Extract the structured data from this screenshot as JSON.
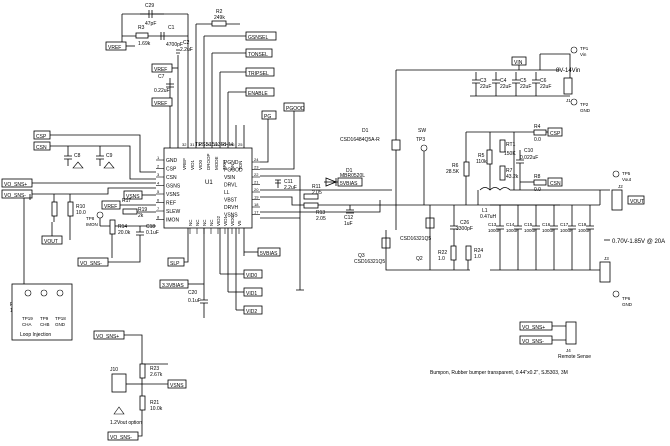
{
  "ic": {
    "refdes": "U1",
    "part": "TPS51513RHH",
    "left_pins": [
      {
        "num": "1",
        "name": "GND"
      },
      {
        "num": "2",
        "name": "CSP"
      },
      {
        "num": "3",
        "name": "CSN"
      },
      {
        "num": "4",
        "name": "GSNS"
      },
      {
        "num": "5",
        "name": "VSNS"
      },
      {
        "num": "6",
        "name": "REF"
      },
      {
        "num": "7",
        "name": "SLEW"
      },
      {
        "num": "8",
        "name": "IMON"
      }
    ],
    "top_pins": [
      {
        "num": "32",
        "name": "VREF"
      },
      {
        "num": "31",
        "name": "VID1"
      },
      {
        "num": "30",
        "name": "VID0"
      },
      {
        "num": "29",
        "name": "DROOP"
      },
      {
        "num": "28",
        "name": "MODE"
      },
      {
        "num": "27",
        "name": "TRIP"
      },
      {
        "num": "26",
        "name": "EN"
      },
      {
        "num": "25",
        "name": "TON"
      }
    ],
    "right_pins": [
      {
        "num": "24",
        "name": "PGND"
      },
      {
        "num": "23",
        "name": "PGOOD"
      },
      {
        "num": "22",
        "name": "V5IN"
      },
      {
        "num": "21",
        "name": "DRVL"
      },
      {
        "num": "20",
        "name": "LL"
      },
      {
        "num": "19",
        "name": "VBST"
      },
      {
        "num": "18",
        "name": "DRVH"
      },
      {
        "num": "17",
        "name": "VSNS"
      }
    ],
    "bottom_pins": [
      {
        "num": "9",
        "name": "NC"
      },
      {
        "num": "10",
        "name": "NC"
      },
      {
        "num": "11",
        "name": "NC"
      },
      {
        "num": "12",
        "name": "NC"
      },
      {
        "num": "13",
        "name": "VID2"
      },
      {
        "num": "14",
        "name": "VID1"
      },
      {
        "num": "15",
        "name": "VID0"
      },
      {
        "num": "16",
        "name": "V5"
      }
    ]
  },
  "net_labels": {
    "vref_top": "VREF",
    "vref_mid": "VREF",
    "vref_left": "VREF",
    "gsnsel": "GSNSEL",
    "tonsel": "TONSEL",
    "tripsel": "TRIPSEL",
    "enable": "ENABLE",
    "pg": "PG",
    "pgood": "PGOOD",
    "csp_left": "CSP",
    "csn_left": "CSN",
    "csp_right": "CSP",
    "csn_right": "CSN",
    "vsns": "VSNS",
    "vsns_bottom": "VSNS",
    "vout_left": "VOUT",
    "vout_right": "VOUT",
    "slp": "SLP",
    "sv5bias": "5VBIAS",
    "svbias_low": "5VBIAS",
    "v33bias": "3.3VBIAS",
    "vid0": "VID0",
    "vid1": "VID1",
    "vid2": "VID2",
    "vo_sns_p": "VO_SNS+",
    "vo_sns_m": "VO_SNS-",
    "vo_sns_m2": "VO_SNS-",
    "vo_sns_p_b": "VO_SNS+",
    "vo_sns_m_b": "VO_SNS-",
    "vo_sns_p_r": "VO_SNS+",
    "vo_sns_m_r": "VO_SNS-",
    "vin": "VIN",
    "vin_range": "8V-14Vin"
  },
  "components": {
    "c29": {
      "ref": "C29",
      "val": "47pF"
    },
    "r3": {
      "ref": "R3",
      "val": "1.69k"
    },
    "c1": {
      "ref": "C1",
      "val": "4700pF"
    },
    "r2": {
      "ref": "R2",
      "val": "249k"
    },
    "c2": {
      "ref": "C2",
      "val": "2.2uF"
    },
    "c7": {
      "ref": "C7",
      "val": "0.22uF"
    },
    "c8": {
      "ref": "C8",
      "val": ""
    },
    "c9": {
      "ref": "C9",
      "val": ""
    },
    "r10": {
      "ref": "R10",
      "val": "10.0"
    },
    "r9": {
      "ref": "R9",
      "val": "10.0"
    },
    "r17": {
      "ref": "R17",
      "val": ""
    },
    "r19": {
      "ref": "R19",
      "val": "2k"
    },
    "r14": {
      "ref": "R14",
      "val": "20.0k"
    },
    "c18": {
      "ref": "C18",
      "val": "0.1uF"
    },
    "c11": {
      "ref": "C11",
      "val": "2.2uF"
    },
    "r11": {
      "ref": "R11",
      "val": "2.05"
    },
    "r13": {
      "ref": "R13",
      "val": "2.05"
    },
    "c12": {
      "ref": "C12",
      "val": "1uF"
    },
    "c20": {
      "ref": "C20",
      "val": "0.1uF"
    },
    "d1": {
      "ref": "D1",
      "val": "CSD16484Q5A-R"
    },
    "d1b": {
      "ref": "D1",
      "val": "MBR0520L"
    },
    "q2": {
      "ref": "Q2",
      "val": ""
    },
    "q3": {
      "ref": "Q3",
      "val": "CSD16321Q5"
    },
    "q3b": {
      "ref": "",
      "val": "CSD16321Q5"
    },
    "c26": {
      "ref": "C26",
      "val": "3300pF"
    },
    "r22": {
      "ref": "R22",
      "val": "1.0"
    },
    "r24": {
      "ref": "R24",
      "val": "1.0"
    },
    "l1": {
      "ref": "L1",
      "val": "0.47uH"
    },
    "rt1": {
      "ref": "RT1",
      "val": "150K"
    },
    "r5": {
      "ref": "R5",
      "val": "110k"
    },
    "r6": {
      "ref": "R6",
      "val": "28.5K"
    },
    "r7": {
      "ref": "R7",
      "val": "43.2k"
    },
    "r4": {
      "ref": "R4",
      "val": "0.0"
    },
    "r8": {
      "ref": "R8",
      "val": "0.0"
    },
    "c10": {
      "ref": "C10",
      "val": "0.022uF"
    },
    "c13": {
      "ref": "C13",
      "val": "100uF"
    },
    "c14": {
      "ref": "C14",
      "val": "100uF"
    },
    "c15": {
      "ref": "C15",
      "val": "100uF"
    },
    "c16": {
      "ref": "C16",
      "val": "100uF"
    },
    "c17": {
      "ref": "C17",
      "val": "100uF"
    },
    "c19": {
      "ref": "C19",
      "val": "100uF"
    },
    "c3": {
      "ref": "C3",
      "val": "22uF"
    },
    "c4": {
      "ref": "C4",
      "val": "22uF"
    },
    "c5": {
      "ref": "C5",
      "val": "22uF"
    },
    "c6": {
      "ref": "C6",
      "val": "22uF"
    },
    "r23": {
      "ref": "R23",
      "val": "2.67k"
    },
    "r21": {
      "ref": "R21",
      "val": "10.0k"
    },
    "j10": {
      "ref": "J10",
      "val": ""
    }
  },
  "testpoints": {
    "tp1": "TP1",
    "tp1_net": "Vin",
    "tp2": "TP2",
    "tp2_net": "GND",
    "tp3": "TP3",
    "tp3_net": "SW",
    "tp5": "TP5",
    "tp5_net": "Vout",
    "tp6": "TP6",
    "tp6_net": "GND",
    "tp8": "TP8",
    "tp8_net": "IMON",
    "tp19": "TP19",
    "tp19_net": "CHA",
    "tp9": "TP9",
    "tp9_net": "CHB",
    "tp18": "TP18",
    "tp18_net": "GND"
  },
  "connectors": {
    "j1": "J1",
    "j2": "J2",
    "j3": "J3",
    "j4": "J4"
  },
  "notes": {
    "loop_injection": "Loop Injection",
    "output_spec": "0.70V-1.85V @ 20A",
    "bumpon": "Bumpon, Rubber bumper transparent, 0.44\"x0.2\", SJ5303, 3M",
    "remote_sense": "Remote Sense",
    "vout_option": "1.2Vout option"
  }
}
